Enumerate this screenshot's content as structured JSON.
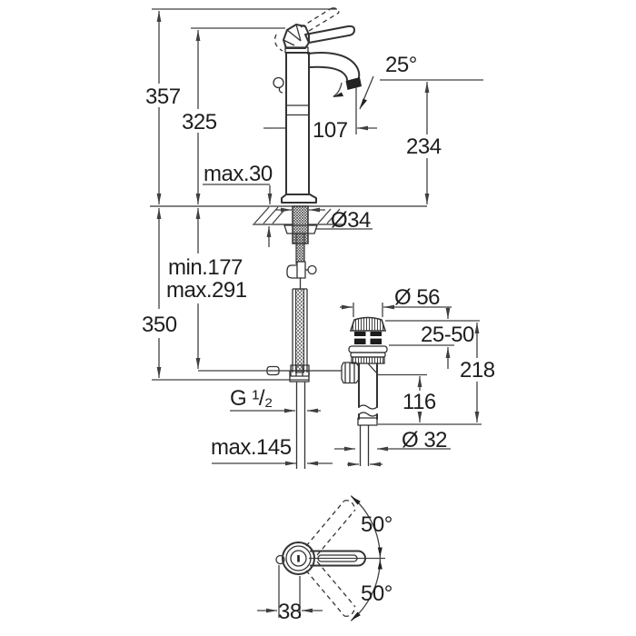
{
  "diagram": {
    "type": "technical-dimension-drawing",
    "subject": "Single-lever basin mixer tap (high spout) with pop-up waste set, installation dimension drawing, mm",
    "colors": {
      "background": "#ffffff",
      "line": "#333333",
      "dimension": "#424242",
      "text": "#1e1e1e"
    },
    "dimensions": {
      "total_height": "357",
      "spout_top_height": "325",
      "deck_thickness": "max.30",
      "spout_reach": "107",
      "stream_angle": "25°",
      "outlet_height": "234",
      "shank_diameter": "Ø34",
      "hose_min": "min.177",
      "hose_max": "max.291",
      "hose_length": "350",
      "waste_flange_diameter": "Ø 56",
      "waste_deck_range": "25-50",
      "waste_height": "218",
      "waste_lower_height": "116",
      "thread_size": "G ¹/₂",
      "max_side_reach": "max.145",
      "waste_pipe_diameter": "Ø 32",
      "handle_swing_up": "50°",
      "handle_swing_down": "50°",
      "handle_offset": "38"
    }
  }
}
